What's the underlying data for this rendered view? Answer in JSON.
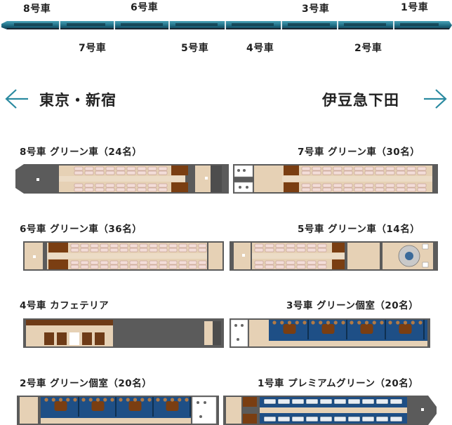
{
  "train_car_numbers": [
    "8号車",
    "6号車",
    "3号車",
    "1号車",
    "7号車",
    "5号車",
    "4号車",
    "2号車"
  ],
  "direction": {
    "left": "東京・新宿",
    "right": "伊豆急下田"
  },
  "cars": [
    {
      "title": "8号車 グリーン車（24名）"
    },
    {
      "title": "7号車 グリーン車（30名）"
    },
    {
      "title": "6号車 グリーン車（36名）"
    },
    {
      "title": "5号車 グリーン車（14名）"
    },
    {
      "title": "4号車 カフェテリア"
    },
    {
      "title": "3号車 グリーン個室（20名）"
    },
    {
      "title": "2号車 グリーン個室（20名）"
    },
    {
      "title": "1号車 プレミアムグリーン（20名）"
    }
  ],
  "colors": {
    "body_gray": "#5b5b5b",
    "floor_beige": "#e6d1b5",
    "seat_pink": "#f3ddd8",
    "wood_brown": "#7a3e12",
    "premium_blue": "#1e4f86",
    "train_teal": "#1f6f86",
    "arrow_teal": "#2a8aa0"
  }
}
